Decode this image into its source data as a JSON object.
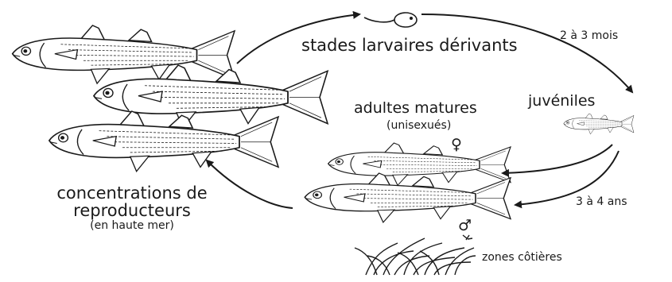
{
  "labels": {
    "larvae": "stades larvaires dérivants",
    "duration_larvae": "2 à 3 mois",
    "juveniles": "juvéniles",
    "adults": "adultes matures",
    "adults_note": "(unisexués)",
    "female_symbol": "♀",
    "male_symbol": "♂",
    "duration_adults": "3 à 4 ans",
    "coastal": "zones côtières",
    "spawners_line1": "concentrations de",
    "spawners_line2": "reproducteurs",
    "spawners_note": "(en haute mer)"
  },
  "colors": {
    "ink": "#1a1a1a",
    "fish_fill": "#ffffff",
    "background": "#ffffff"
  }
}
